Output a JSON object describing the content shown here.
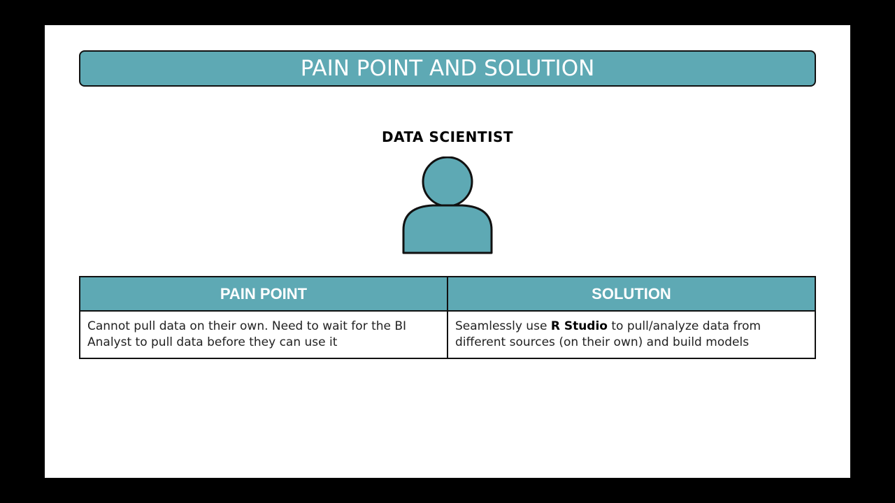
{
  "slide": {
    "title": "PAIN POINT AND SOLUTION",
    "persona": {
      "label": "DATA SCIENTIST",
      "icon": "person-icon",
      "color": "#5ea9b4"
    },
    "table": {
      "headers": [
        "PAIN POINT",
        "SOLUTION"
      ],
      "rows": [
        {
          "pain_point": "Cannot pull data on their own. Need to wait for the BI Analyst to pull data before they can use it",
          "solution": {
            "prefix": "Seamlessly use ",
            "highlight": "R Studio",
            "suffix": " to pull/analyze data from different sources (on their own) and build models"
          }
        }
      ]
    },
    "accent_color": "#5ea9b4"
  }
}
